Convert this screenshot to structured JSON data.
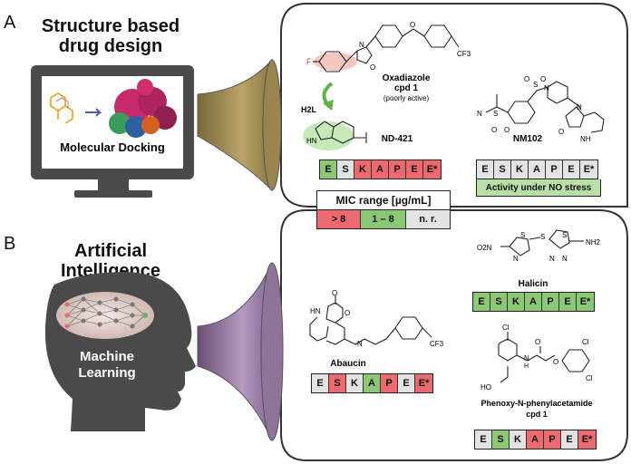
{
  "panel_a": {
    "letter": "A",
    "title_line1": "Structure based",
    "title_line2": "drug design",
    "screen_label": "Molecular Docking",
    "oxadiazole": {
      "name_line1": "Oxadiazole",
      "name_line2": "cpd 1",
      "note": "(poorly active)",
      "atom_f": "F",
      "atom_n": "N",
      "atom_o": "O",
      "atom_o2": "O",
      "cf3": "CF3"
    },
    "h2l": "H2L",
    "nd421": {
      "name": "ND-421",
      "hn": "HN"
    },
    "nm102": {
      "name": "NM102",
      "n1": "N",
      "s1": "S",
      "s2": "S",
      "n2": "N",
      "n3": "N",
      "nh": "NH",
      "o": "O",
      "o1": "O",
      "o2": "O",
      "o3": "O",
      "o4": "O"
    },
    "bar_left": [
      "E",
      "S",
      "K",
      "A",
      "P",
      "E",
      "E*"
    ],
    "bar_left_colors": [
      "green",
      "gray",
      "red",
      "red",
      "red",
      "red",
      "red"
    ],
    "bar_right": [
      "E",
      "S",
      "K",
      "A",
      "P",
      "E",
      "E*"
    ],
    "bar_right_colors": [
      "gray",
      "gray",
      "gray",
      "gray",
      "gray",
      "gray",
      "gray"
    ],
    "no_stress_label": "Activity under NO stress",
    "legend": {
      "title": "MIC range [µg/mL]",
      "items": [
        {
          "label": "> 8",
          "color": "#ec6a6f"
        },
        {
          "label": "1 – 8",
          "color": "#8cc776"
        },
        {
          "label": "n. r.",
          "color": "#e3e3e3"
        }
      ]
    }
  },
  "panel_b": {
    "letter": "B",
    "title_line1": "Artificial",
    "title_line2": "Intelligence",
    "head_label_line1": "Machine",
    "head_label_line2": "Learning",
    "halicin": {
      "name": "Halicin",
      "o2n": "O2N",
      "s1": "S",
      "s2": "S",
      "s3": "S",
      "n1": "N",
      "n2": "N",
      "n3": "N",
      "nh2": "NH2"
    },
    "halicin_bar": [
      "E",
      "S",
      "K",
      "A",
      "P",
      "E",
      "E*"
    ],
    "halicin_colors": [
      "green",
      "green",
      "green",
      "green",
      "green",
      "green",
      "green"
    ],
    "abaucin": {
      "name": "Abaucin",
      "o": "O",
      "hn": "HN",
      "o2": "O",
      "n": "N",
      "cf3": "CF3"
    },
    "abaucin_bar": [
      "E",
      "S",
      "K",
      "A",
      "P",
      "E",
      "E*"
    ],
    "abaucin_colors": [
      "gray",
      "red",
      "gray",
      "green",
      "red",
      "gray",
      "red"
    ],
    "phenoxy": {
      "name_line1": "Phenoxy-N-phenylacetamide",
      "name_line2": "cpd 1",
      "cl1": "Cl",
      "cl2": "Cl",
      "cl3": "Cl",
      "o1": "O",
      "o2": "O",
      "h": "H",
      "n": "N",
      "ho": "HO"
    },
    "phenoxy_bar": [
      "E",
      "S",
      "K",
      "A",
      "P",
      "E",
      "E*"
    ],
    "phenoxy_colors": [
      "gray",
      "green",
      "gray",
      "red",
      "red",
      "gray",
      "red"
    ]
  }
}
